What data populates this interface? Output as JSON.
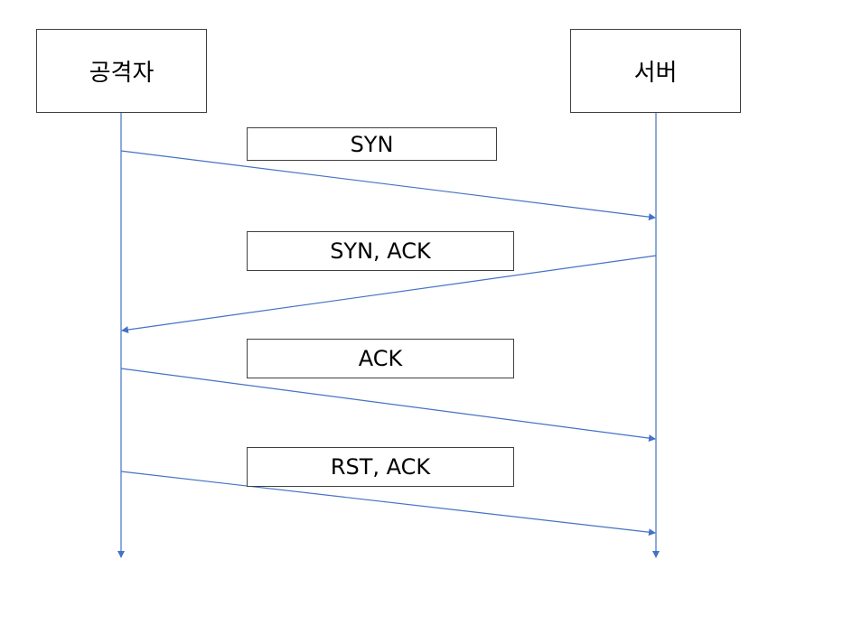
{
  "actors": {
    "left": "공격자",
    "right": "서버"
  },
  "messages": [
    {
      "label": "SYN",
      "from": "left",
      "to": "right"
    },
    {
      "label": "SYN, ACK",
      "from": "right",
      "to": "left"
    },
    {
      "label": "ACK",
      "from": "left",
      "to": "right"
    },
    {
      "label": "RST, ACK",
      "from": "left",
      "to": "right"
    }
  ],
  "colors": {
    "line": "#4472c4",
    "box_border": "#404040"
  }
}
